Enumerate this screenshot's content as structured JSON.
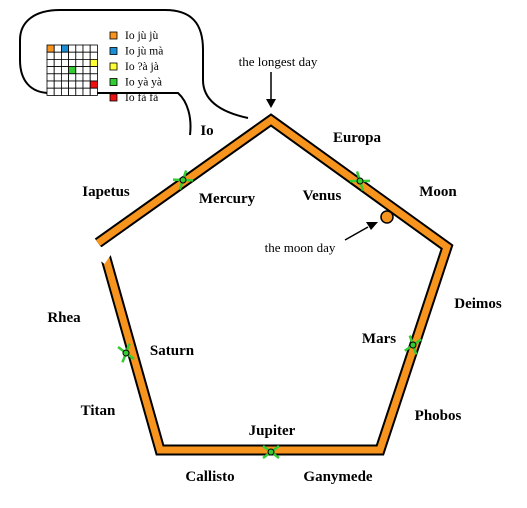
{
  "colors": {
    "track": "#f7941d",
    "track_outline": "#000000",
    "marker_green": "#33cc33",
    "legend_orange": "#f7941d",
    "legend_blue": "#1a8fd6",
    "legend_yellow": "#ffff33",
    "legend_green": "#33cc33",
    "legend_red": "#ee1111"
  },
  "annotations": {
    "longest_day": "the longest day",
    "moon_day": "the moon day"
  },
  "legend": {
    "items": [
      {
        "label": "Io jù jù",
        "color": "#f7941d"
      },
      {
        "label": "Io jù mà",
        "color": "#1a8fd6"
      },
      {
        "label": "Io ?à jà",
        "color": "#ffff33"
      },
      {
        "label": "Io yà yà",
        "color": "#33cc33"
      },
      {
        "label": "Io fà fà",
        "color": "#ee1111"
      }
    ]
  },
  "labels": {
    "outer": [
      "Io",
      "Europa",
      "Iapetus",
      "Moon",
      "Rhea",
      "Deimos",
      "Titan",
      "Phobos",
      "Callisto",
      "Ganymede"
    ],
    "inner": [
      "Mercury",
      "Venus",
      "Mars",
      "Saturn",
      "Jupiter"
    ]
  }
}
